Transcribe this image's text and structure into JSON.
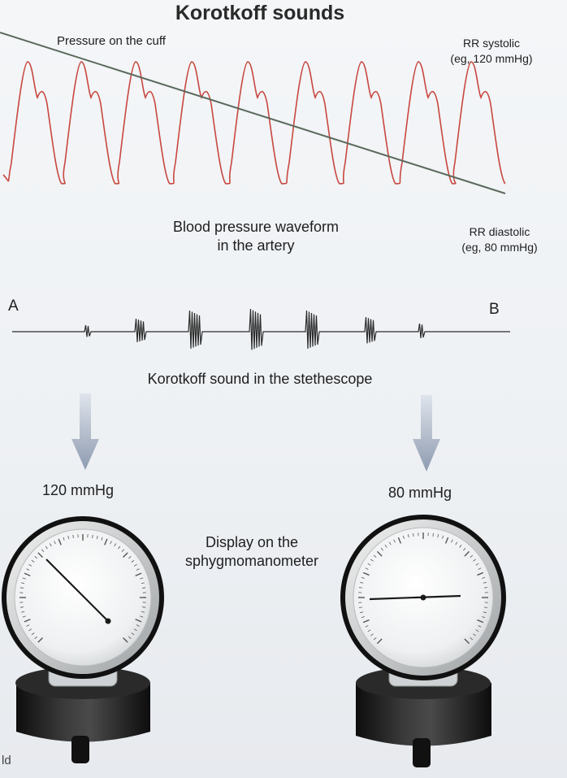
{
  "title": "Korotkoff sounds",
  "cuff_pressure_label": "Pressure on the cuff",
  "systolic_label": [
    "RR systolic",
    "(eg, 120 mmHg)"
  ],
  "diastolic_label": [
    "RR diastolic",
    "(eg, 80 mmHg)"
  ],
  "waveform_label": [
    "Blood pressure waveform",
    "in the artery"
  ],
  "point_a": "A",
  "point_b": "B",
  "stethoscope_label": "Korotkoff sound in the stethescope",
  "left_gauge_reading": "120 mmHg",
  "right_gauge_reading": "80 mmHg",
  "gauge_label": [
    "Display on the",
    "sphygmomanometer"
  ],
  "corner_text": "ld",
  "colors": {
    "waveform": "#c8473f",
    "cuff_line": "#5a6a5c",
    "arrow": "#9aa6b8",
    "text": "#1e1e1e"
  }
}
